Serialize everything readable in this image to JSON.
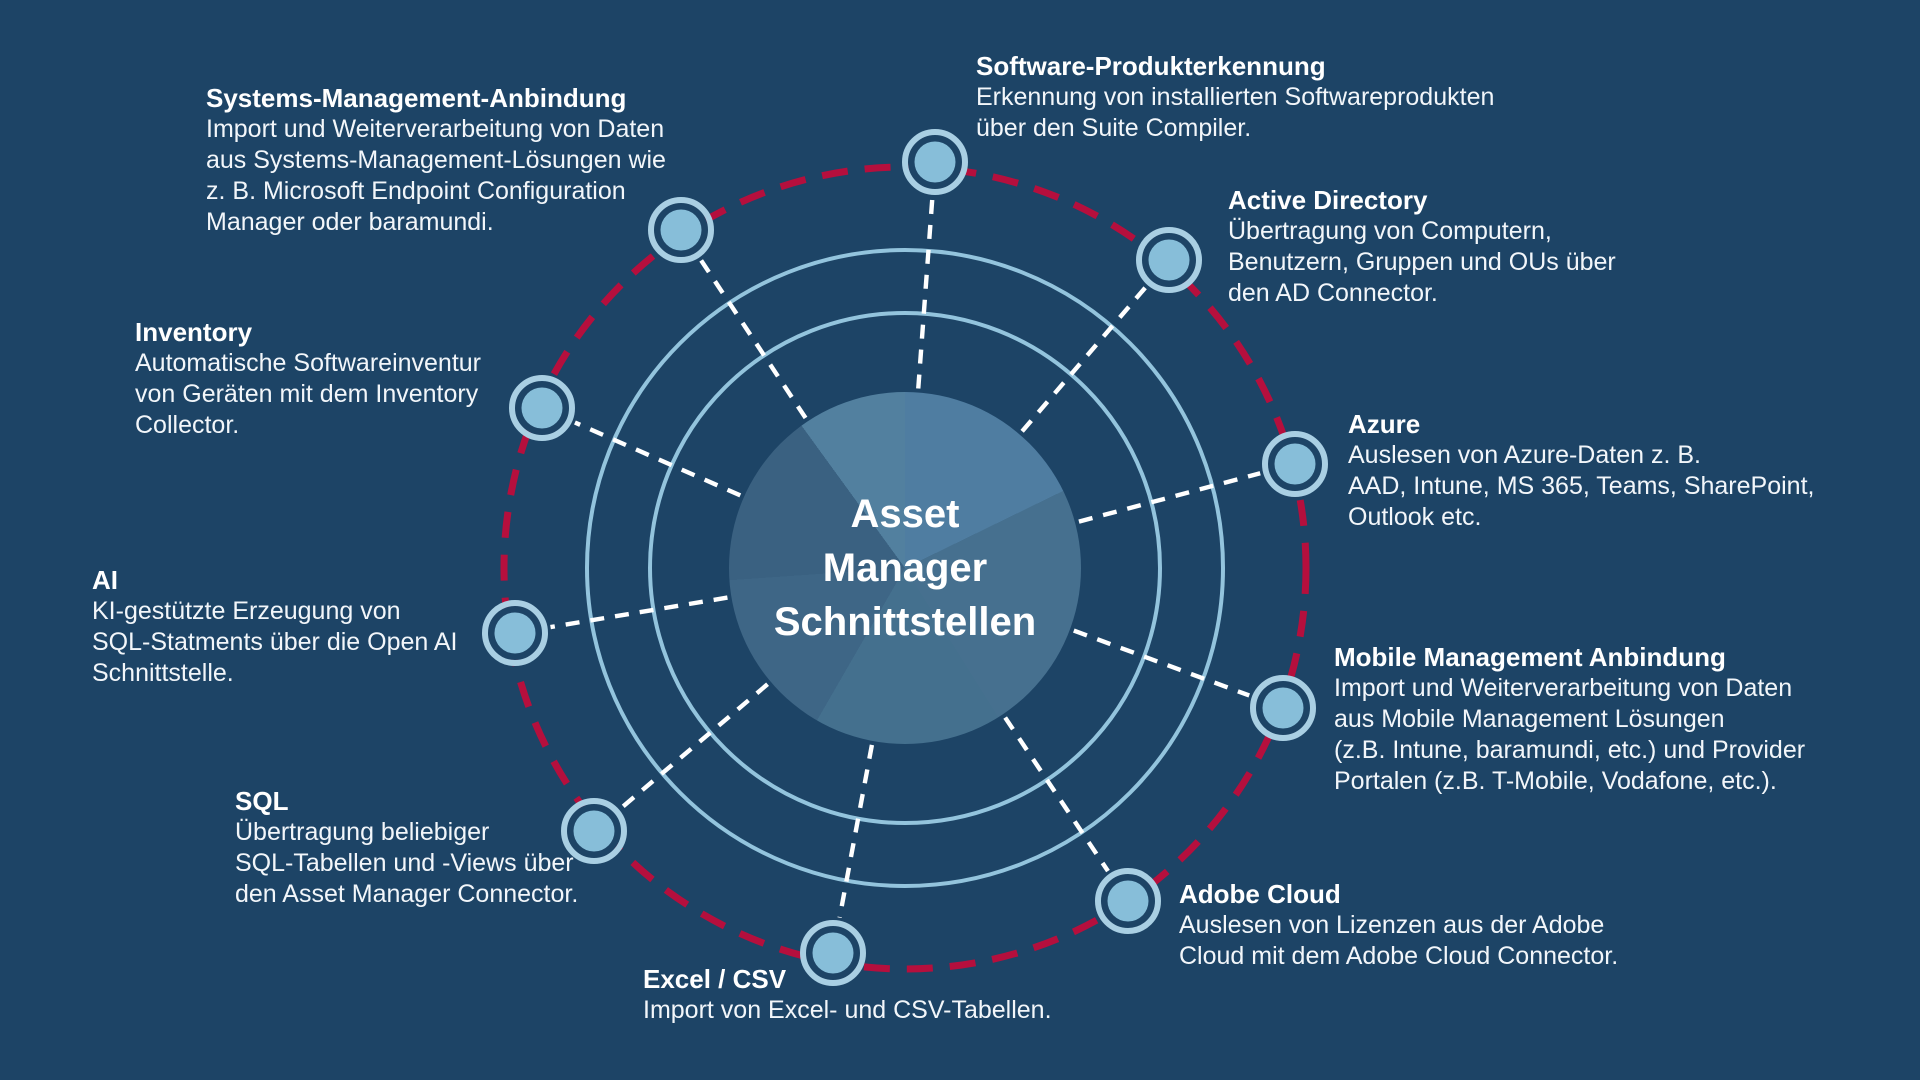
{
  "colors": {
    "background": "#1d4466",
    "orbit_ring_blue": "#93c4dd",
    "red_dashed_ring": "#b50f3d",
    "spoke_white": "#ffffff",
    "node_ring": "#a9cfe3",
    "node_fill": "#87bed9",
    "hub_shades": [
      "#4f7da1",
      "#46708f",
      "#44708e",
      "#3e6686",
      "#3a6181",
      "#52809f"
    ],
    "text": "#ffffff"
  },
  "hub": {
    "lines": [
      "Asset",
      "Manager",
      "Schnittstellen"
    ]
  },
  "interfaces": [
    {
      "id": "systems-management",
      "title": "Systems-Management-Anbindung",
      "description": "Import und Weiterverarbeitung von Daten\naus Systems-Management-Lösungen wie\nz. B. Microsoft Endpoint Configuration\nManager oder baramundi."
    },
    {
      "id": "software-produkterkennung",
      "title": "Software-Produkterkennung",
      "description": "Erkennung von installierten Softwareprodukten\nüber den Suite Compiler."
    },
    {
      "id": "active-directory",
      "title": "Active Directory",
      "description": "Übertragung von Computern,\nBenutzern, Gruppen und OUs über\nden AD Connector."
    },
    {
      "id": "azure",
      "title": "Azure",
      "description": "Auslesen von Azure-Daten z. B.\nAAD, Intune, MS 365, Teams, SharePoint,\nOutlook etc."
    },
    {
      "id": "mobile-management",
      "title": "Mobile Management Anbindung",
      "description": "Import und Weiterverarbeitung von Daten\naus Mobile Management Lösungen\n(z.B. Intune, baramundi, etc.) und Provider\nPortalen (z.B. T-Mobile, Vodafone, etc.)."
    },
    {
      "id": "adobe-cloud",
      "title": "Adobe Cloud",
      "description": "Auslesen von Lizenzen aus der Adobe\nCloud mit dem Adobe Cloud Connector."
    },
    {
      "id": "excel-csv",
      "title": "Excel / CSV",
      "description": "Import von Excel- und CSV-Tabellen."
    },
    {
      "id": "sql",
      "title": "SQL",
      "description": "Übertragung beliebiger\nSQL-Tabellen und -Views über\nden Asset Manager Connector."
    },
    {
      "id": "ai",
      "title": "AI",
      "description": "KI-gestützte Erzeugung von\nSQL-Statments über die Open AI\nSchnittstelle."
    },
    {
      "id": "inventory",
      "title": "Inventory",
      "description": "Automatische Softwareinventur\nvon Geräten mit dem Inventory\nCollector."
    }
  ]
}
